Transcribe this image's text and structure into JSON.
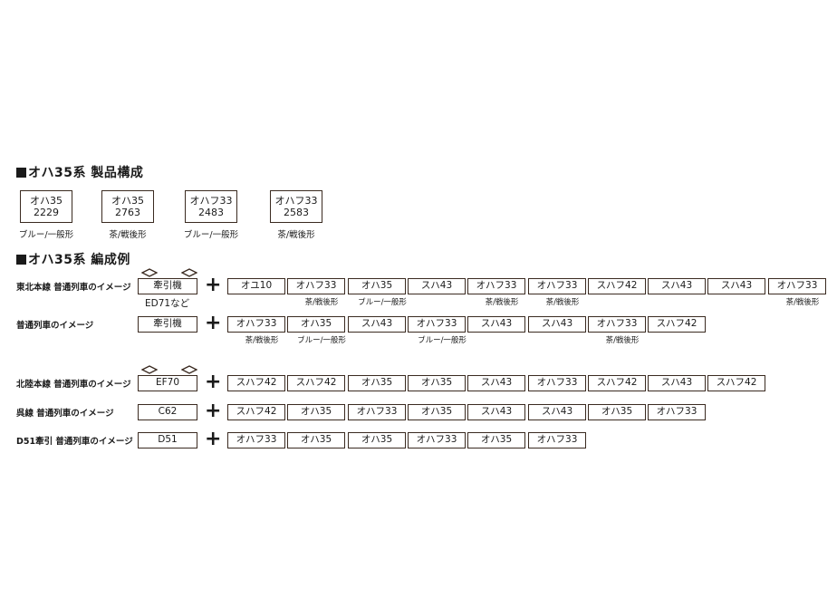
{
  "product_section": {
    "title": "オハ35系 製品構成",
    "cars": [
      {
        "name": "オハ35",
        "number": "2229",
        "note": "ブルー/一般形"
      },
      {
        "name": "オハ35",
        "number": "2763",
        "note": "茶/戦後形"
      },
      {
        "name": "オハフ33",
        "number": "2483",
        "note": "ブルー/一般形"
      },
      {
        "name": "オハフ33",
        "number": "2583",
        "note": "茶/戦後形"
      }
    ]
  },
  "formation_section": {
    "title": "オハ35系 編成例",
    "rows": [
      {
        "label": "東北本線 普通列車のイメージ",
        "loco": "牽引機",
        "loco_sub": "ED71など",
        "pantographs": true,
        "cars": [
          {
            "name": "オユ10",
            "note": ""
          },
          {
            "name": "オハフ33",
            "note": "茶/戦後形"
          },
          {
            "name": "オハ35",
            "note": "ブルー/一般形"
          },
          {
            "name": "スハ43",
            "note": ""
          },
          {
            "name": "オハフ33",
            "note": "茶/戦後形"
          },
          {
            "name": "オハフ33",
            "note": "茶/戦後形"
          },
          {
            "name": "スハフ42",
            "note": ""
          },
          {
            "name": "スハ43",
            "note": ""
          },
          {
            "name": "スハ43",
            "note": ""
          },
          {
            "name": "オハフ33",
            "note": "茶/戦後形"
          }
        ]
      },
      {
        "label": "普通列車のイメージ",
        "loco": "牽引機",
        "loco_sub": "",
        "pantographs": false,
        "cars": [
          {
            "name": "オハフ33",
            "note": "茶/戦後形"
          },
          {
            "name": "オハ35",
            "note": "ブルー/一般形"
          },
          {
            "name": "スハ43",
            "note": ""
          },
          {
            "name": "オハフ33",
            "note": "ブルー/一般形"
          },
          {
            "name": "スハ43",
            "note": ""
          },
          {
            "name": "スハ43",
            "note": ""
          },
          {
            "name": "オハフ33",
            "note": "茶/戦後形"
          },
          {
            "name": "スハフ42",
            "note": ""
          }
        ]
      },
      {
        "label": "北陸本線 普通列車のイメージ",
        "loco": "EF70",
        "loco_sub": "",
        "pantographs": true,
        "cars": [
          {
            "name": "スハフ42",
            "note": ""
          },
          {
            "name": "スハフ42",
            "note": ""
          },
          {
            "name": "オハ35",
            "note": ""
          },
          {
            "name": "オハ35",
            "note": ""
          },
          {
            "name": "スハ43",
            "note": ""
          },
          {
            "name": "オハフ33",
            "note": ""
          },
          {
            "name": "スハフ42",
            "note": ""
          },
          {
            "name": "スハ43",
            "note": ""
          },
          {
            "name": "スハフ42",
            "note": ""
          }
        ]
      },
      {
        "label": "呉線 普通列車のイメージ",
        "loco": "C62",
        "loco_sub": "",
        "pantographs": false,
        "cars": [
          {
            "name": "スハフ42",
            "note": ""
          },
          {
            "name": "オハ35",
            "note": ""
          },
          {
            "name": "オハフ33",
            "note": ""
          },
          {
            "name": "オハ35",
            "note": ""
          },
          {
            "name": "スハ43",
            "note": ""
          },
          {
            "name": "スハ43",
            "note": ""
          },
          {
            "name": "オハ35",
            "note": ""
          },
          {
            "name": "オハフ33",
            "note": ""
          }
        ]
      },
      {
        "label": "D51牽引 普通列車のイメージ",
        "loco": "D51",
        "loco_sub": "",
        "pantographs": false,
        "cars": [
          {
            "name": "オハフ33",
            "note": ""
          },
          {
            "name": "オハ35",
            "note": ""
          },
          {
            "name": "オハ35",
            "note": ""
          },
          {
            "name": "オハフ33",
            "note": ""
          },
          {
            "name": "オハ35",
            "note": ""
          },
          {
            "name": "オハフ33",
            "note": ""
          }
        ]
      }
    ],
    "plus_symbol": "+"
  }
}
